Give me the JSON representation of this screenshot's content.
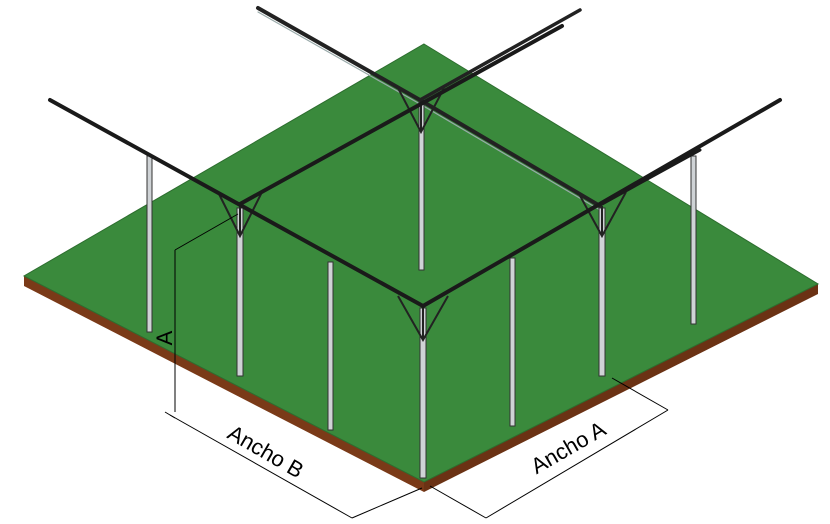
{
  "diagram": {
    "labels": {
      "ancho_b": "Ancho B",
      "ancho_a": "Ancho A",
      "height_marker": "A"
    },
    "colors": {
      "ground_top": "#3a8a3c",
      "ground_edge": "#7a3a18",
      "structure": "#222222",
      "post_fill": "#cfd3d6",
      "background": "#ffffff"
    }
  }
}
